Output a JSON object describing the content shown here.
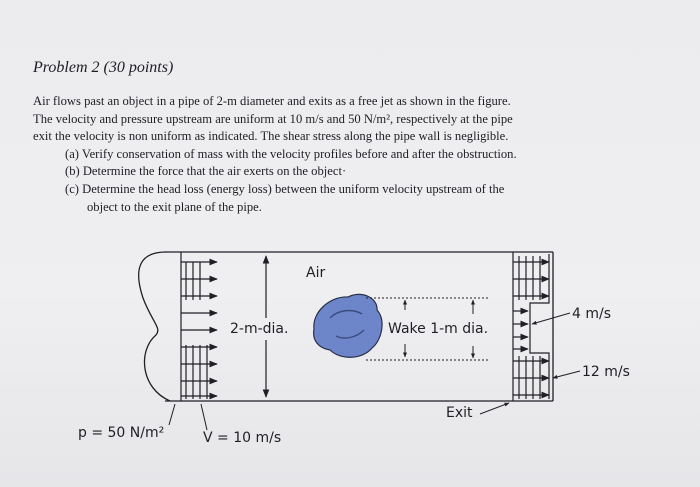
{
  "problem": {
    "title": "Problem 2 (30 points)",
    "lines": [
      "Air flows past an object in a pipe of 2-m diameter and exits as a free jet as shown in the figure.",
      "The velocity and pressure upstream are uniform at 10 m/s and 50 N/m², respectively at the pipe",
      "exit the velocity is non uniform as indicated. The shear stress along the pipe wall is negligible."
    ],
    "parts": [
      {
        "text": "(a) Verify conservation of mass with the velocity profiles before and after the obstruction."
      },
      {
        "text": "(b) Determine the force that the air exerts on the object·"
      },
      {
        "text": "(c) Determine the head loss (energy loss) between the uniform velocity upstream of the",
        "cont": "object to the exit plane of the pipe."
      }
    ]
  },
  "figure": {
    "air": "Air",
    "diameter": "2-m-dia.",
    "wake": "Wake 1-m dia.",
    "exit": "Exit",
    "v_outer": "4 m/s",
    "v_inner": "12 m/s",
    "pressure": "p = 50 N/m²",
    "velocity": "V = 10 m/s"
  }
}
